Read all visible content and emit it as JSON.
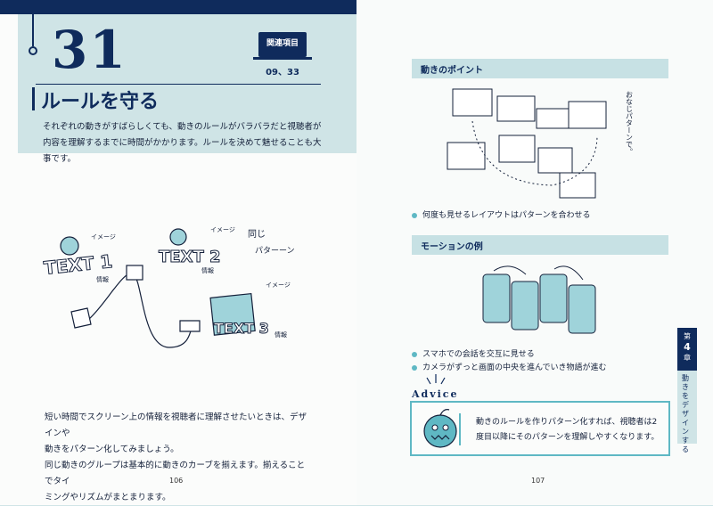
{
  "left": {
    "number": "31",
    "related_label": "関連項目",
    "related_items": "09、33",
    "title": "ルールを守る",
    "lead": "それぞれの動きがすばらしくても、動きのルールがバラバラだと視聴者が内容を理解するまでに時間がかかります。ルールを決めて魅せることも大事です。",
    "illustration": {
      "label_image_1": "イメージ",
      "label_image_2": "イメージ",
      "label_image_3": "イメージ",
      "label_info_1": "情報",
      "label_info_2": "情報",
      "label_info_3": "情報",
      "label_same": "同じ",
      "label_pattern": "パターーン",
      "text_1": "TEXT 1",
      "text_2": "TEXT 2",
      "text_3": "TEXT 3"
    },
    "body": [
      "短い時間でスクリーン上の情報を視聴者に理解させたいときは、デザインや",
      "動きをパターン化してみましょう。",
      "同じ動きのグループは基本的に動きのカーブを揃えます。揃えることでタイ",
      "ミングやリズムがまとまります。"
    ],
    "page_number": "106"
  },
  "right": {
    "section1_title": "動きのポイント",
    "section1_note": "おなじパターンで。",
    "section1_bullets": [
      "何度も見せるレイアウトはパターンを合わせる"
    ],
    "section2_title": "モーションの例",
    "section2_bullets": [
      "スマホでの会話を交互に見せる",
      "カメラがずっと画面の中央を進んでいき物語が進む"
    ],
    "advice_label": "Advice",
    "advice_text": "動きのルールを作りパターン化すれば、視聴者は2度目以降にそのパターンを理解しやすくなります。",
    "page_number": "107"
  },
  "chapter": {
    "tab": [
      "第",
      "4",
      "章"
    ],
    "title": "動きをデザインする"
  }
}
